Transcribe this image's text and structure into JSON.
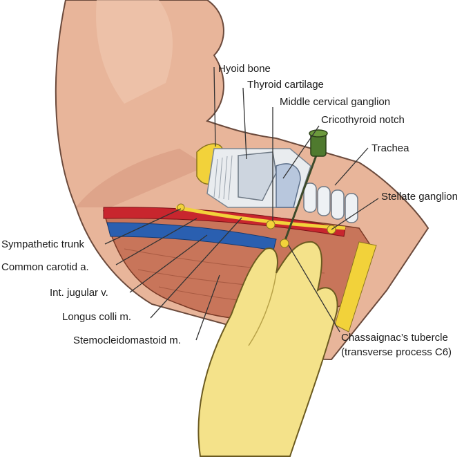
{
  "labels": {
    "hyoid_bone": "Hyoid bone",
    "thyroid_cartilage": "Thyroid cartilage",
    "middle_cervical_ganglion": "Middle cervical ganglion",
    "cricothyroid_notch": "Cricothyroid notch",
    "trachea": "Trachea",
    "stellate_ganglion": "Stellate ganglion",
    "sympathetic_trunk": "Sympathetic trunk",
    "common_carotid": "Common carotid a.",
    "int_jugular": "Int. jugular v.",
    "longus_colli": "Longus colli m.",
    "sternocleidomastoid": "Stemocleidomastoid m.",
    "chassaignac_line1": "Chassaignac’s tubercle",
    "chassaignac_line2": "(transverse process C6)"
  },
  "colors": {
    "skin": "#e8b59a",
    "skin_shadow": "#d79a80",
    "muscle": "#c8755a",
    "artery": "#c8262e",
    "vein": "#2a5fb0",
    "nerve": "#f2d23a",
    "bone": "#e9ecef",
    "glove": "#f4e28a",
    "needle": "#4f7a2e"
  }
}
